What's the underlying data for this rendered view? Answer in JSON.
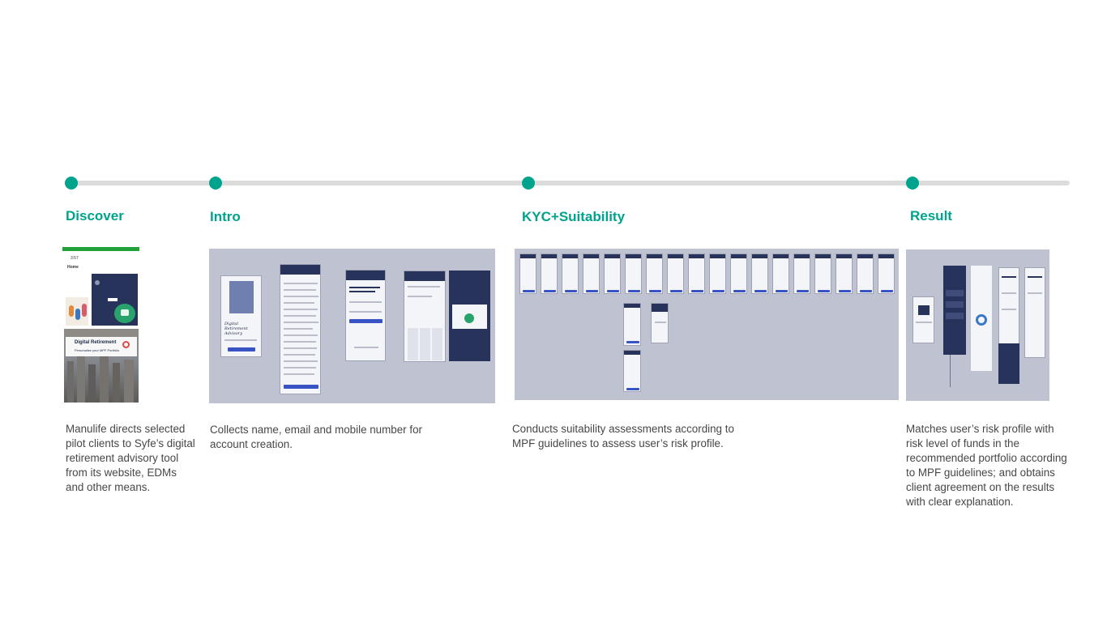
{
  "colors": {
    "accent": "#00a38c",
    "track": "#dcdcdc",
    "text": "#474747",
    "mock_panel": "#bfc2d0",
    "mock_navy": "#28335b",
    "mock_button": "#3853c4"
  },
  "stages": [
    {
      "title": "Discover",
      "description": "Manulife directs selected pilot clients to Syfe’s digital retirement advisory tool from its website, EDMs and other means."
    },
    {
      "title": "Intro",
      "description": "Collects name, email and mobile number for account creation."
    },
    {
      "title": "KYC+Suitability",
      "description": "Conducts suitability assessments according to MPF guidelines to assess user’s risk profile."
    },
    {
      "title": "Result",
      "description": "Matches user’s risk profile with risk level of funds in the recommended portfolio according to MPF guidelines; and obtains client agreement on the results with clear explanation."
    }
  ],
  "discover_mock": {
    "status_time": "3:57",
    "nav_label": "Home",
    "banner_title": "Digital Retirement",
    "banner_subtitle": "Personalise your MPF Portfolio"
  },
  "intro_mock": {
    "heading_line1": "Digital Retirement",
    "heading_line2": "Advisory"
  }
}
